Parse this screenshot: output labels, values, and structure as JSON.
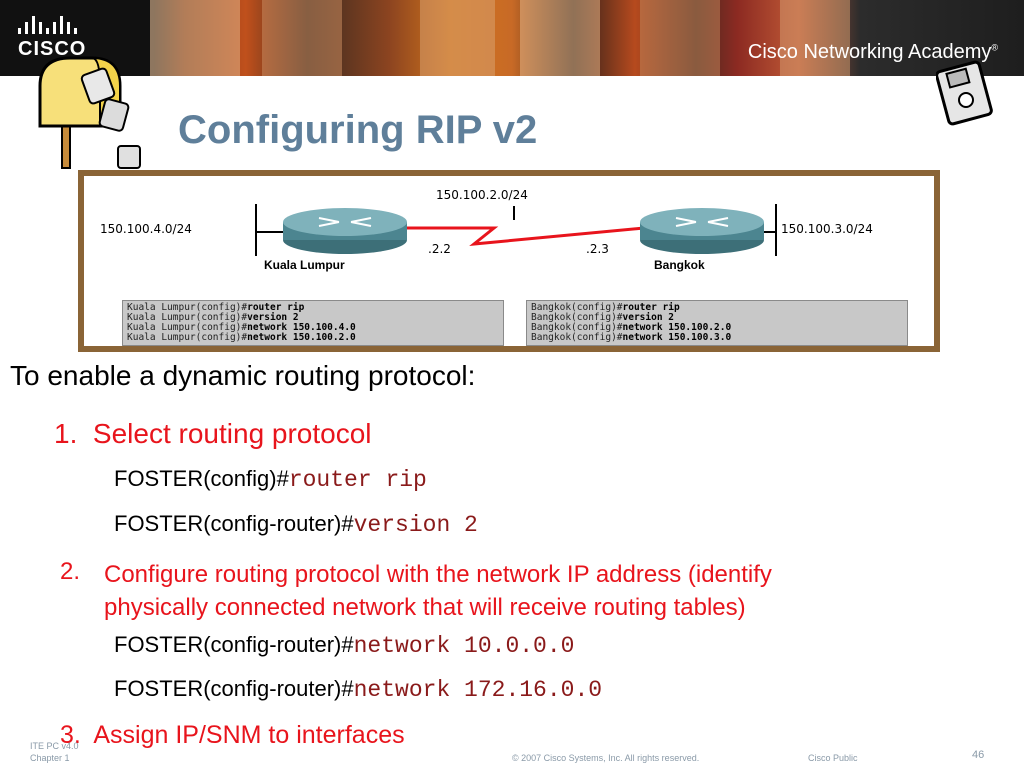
{
  "banner": {
    "logo_text": "CISCO",
    "academy_text": "Cisco Networking Academy",
    "academy_mark": "®"
  },
  "title": "Configuring RIP v2",
  "figure": {
    "top_network": "150.100.2.0/24",
    "left_network": "150.100.4.0/24",
    "right_network": "150.100.3.0/24",
    "left_ip": ".2.2",
    "right_ip": ".2.3",
    "left_router": "Kuala Lumpur",
    "right_router": "Bangkok",
    "left_config": [
      {
        "prompt": "Kuala Lumpur(config)#",
        "cmd": "router rip"
      },
      {
        "prompt": "Kuala Lumpur(config)#",
        "cmd": "version 2"
      },
      {
        "prompt": "Kuala Lumpur(config)#",
        "cmd": "network 150.100.4.0"
      },
      {
        "prompt": "Kuala Lumpur(config)#",
        "cmd": "network 150.100.2.0"
      }
    ],
    "right_config": [
      {
        "prompt": "Bangkok(config)#",
        "cmd": "router rip"
      },
      {
        "prompt": "Bangkok(config)#",
        "cmd": "version 2"
      },
      {
        "prompt": "Bangkok(config)#",
        "cmd": "network 150.100.2.0"
      },
      {
        "prompt": "Bangkok(config)#",
        "cmd": "network 150.100.3.0"
      }
    ]
  },
  "intro": "To enable a dynamic routing protocol:",
  "steps": {
    "s1_num": "1.",
    "s1_text": "Select routing protocol",
    "s2_num": "2.",
    "s2_line1": "Configure routing protocol with the network IP address (identify",
    "s2_line2": "physically connected network that will receive routing tables)",
    "s3_num": "3.",
    "s3_text": "Assign IP/SNM to interfaces"
  },
  "commands": [
    {
      "prompt": "FOSTER(config)#",
      "cmd": "router rip"
    },
    {
      "prompt": "FOSTER(config-router)#",
      "cmd": "version 2"
    },
    {
      "prompt": "FOSTER(config-router)#",
      "cmd": "network 10.0.0.0"
    },
    {
      "prompt": "FOSTER(config-router)#",
      "cmd": "network 172.16.0.0"
    }
  ],
  "footer": {
    "course": "ITE PC v4.0",
    "chapter": "Chapter 1",
    "copyright": "© 2007 Cisco Systems, Inc. All rights reserved.",
    "classification": "Cisco Public",
    "page": "46"
  },
  "colors": {
    "title": "#5f7f9a",
    "step": "#e8141c",
    "command_keyword": "#8a1a1a",
    "frame": "#8a6436"
  }
}
